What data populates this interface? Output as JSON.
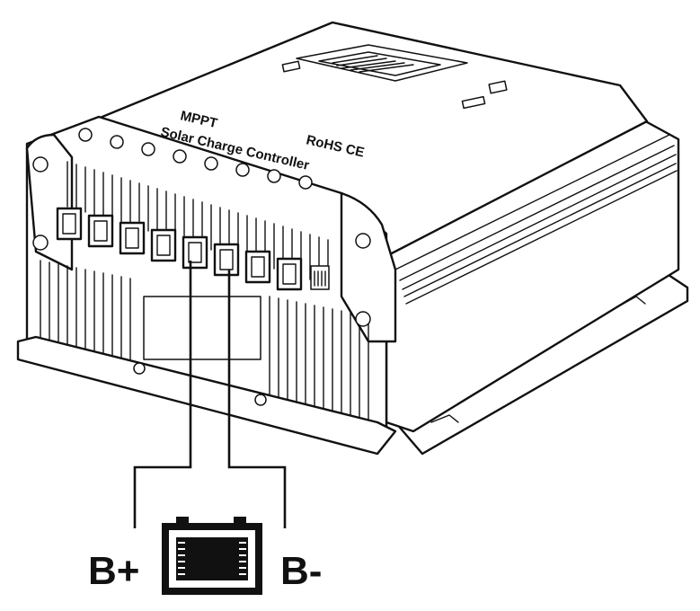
{
  "device": {
    "model": "MPPT",
    "name": "Solar Charge Controller",
    "certification": "RoHS CE",
    "terminal_count": 8
  },
  "battery": {
    "positive_label": "B+",
    "negative_label": "B-"
  }
}
